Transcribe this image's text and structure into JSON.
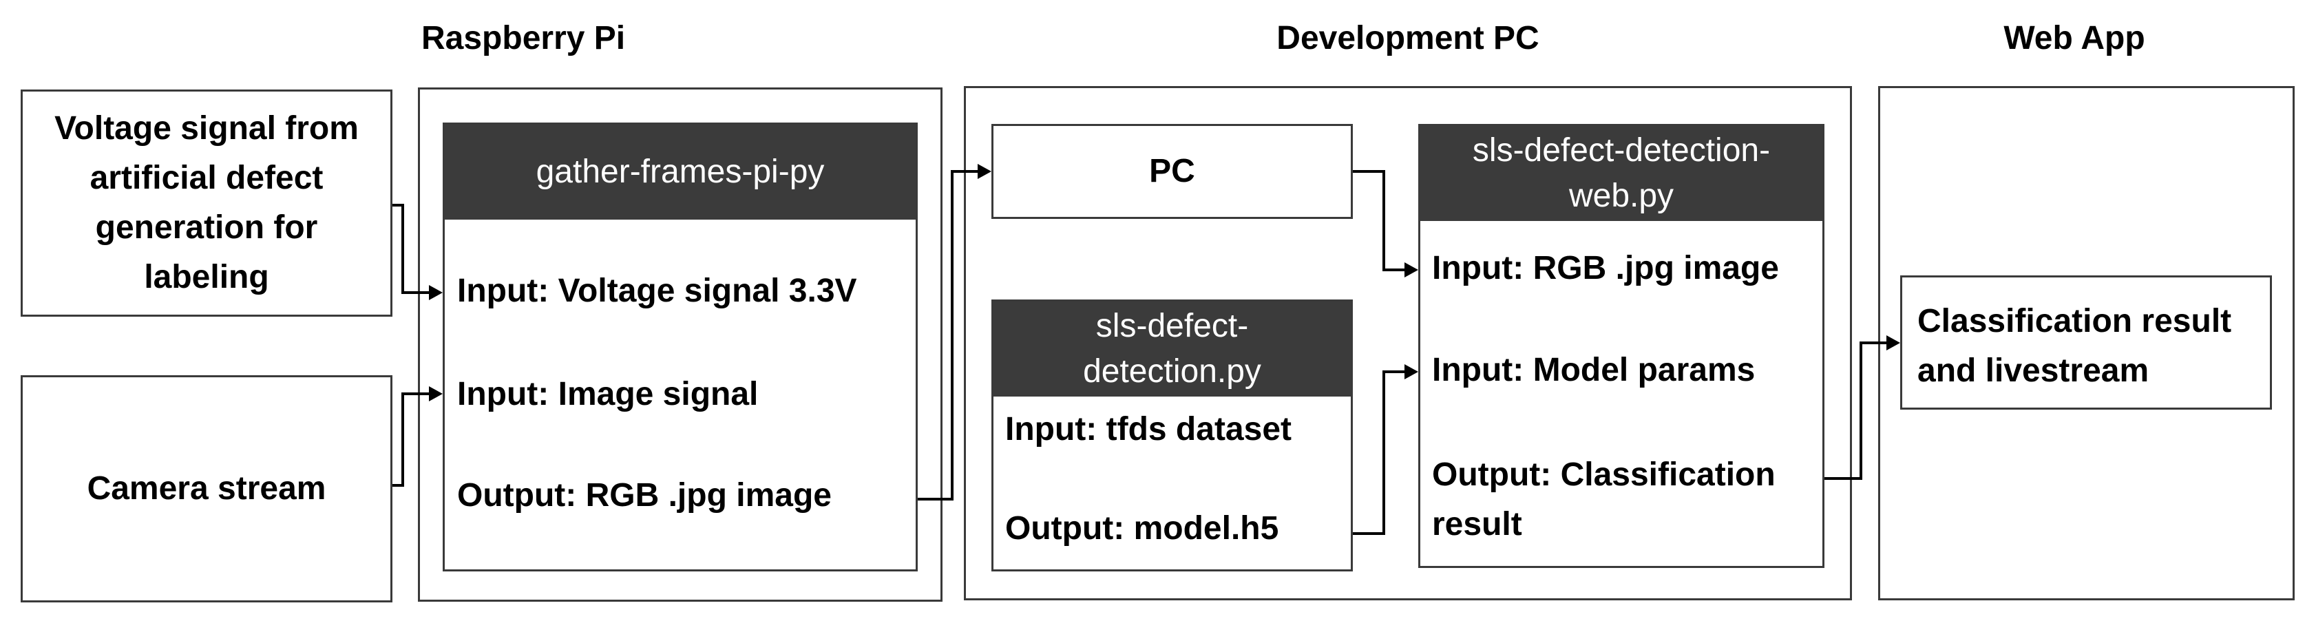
{
  "sections": {
    "raspberry_pi": "Raspberry Pi",
    "development_pc": "Development PC",
    "web_app": "Web App"
  },
  "inputs": {
    "voltage_source": "Voltage signal from artificial defect generation for labeling",
    "camera_stream": "Camera stream"
  },
  "gather_frames": {
    "title": "gather-frames-pi-py",
    "input_voltage": "Input: Voltage signal 3.3V",
    "input_image": "Input: Image signal",
    "output": "Output: RGB .jpg image"
  },
  "pc": {
    "title": "PC"
  },
  "sls_detection": {
    "title": "sls-defect-detection.py",
    "input": "Input: tfds dataset",
    "output": "Output: model.h5"
  },
  "sls_web": {
    "title": "sls-defect-detection-web.py",
    "input_image": "Input: RGB .jpg image",
    "input_params": "Input: Model params",
    "output": "Output: Classification result"
  },
  "result": {
    "label": "Classification result and livestream"
  }
}
